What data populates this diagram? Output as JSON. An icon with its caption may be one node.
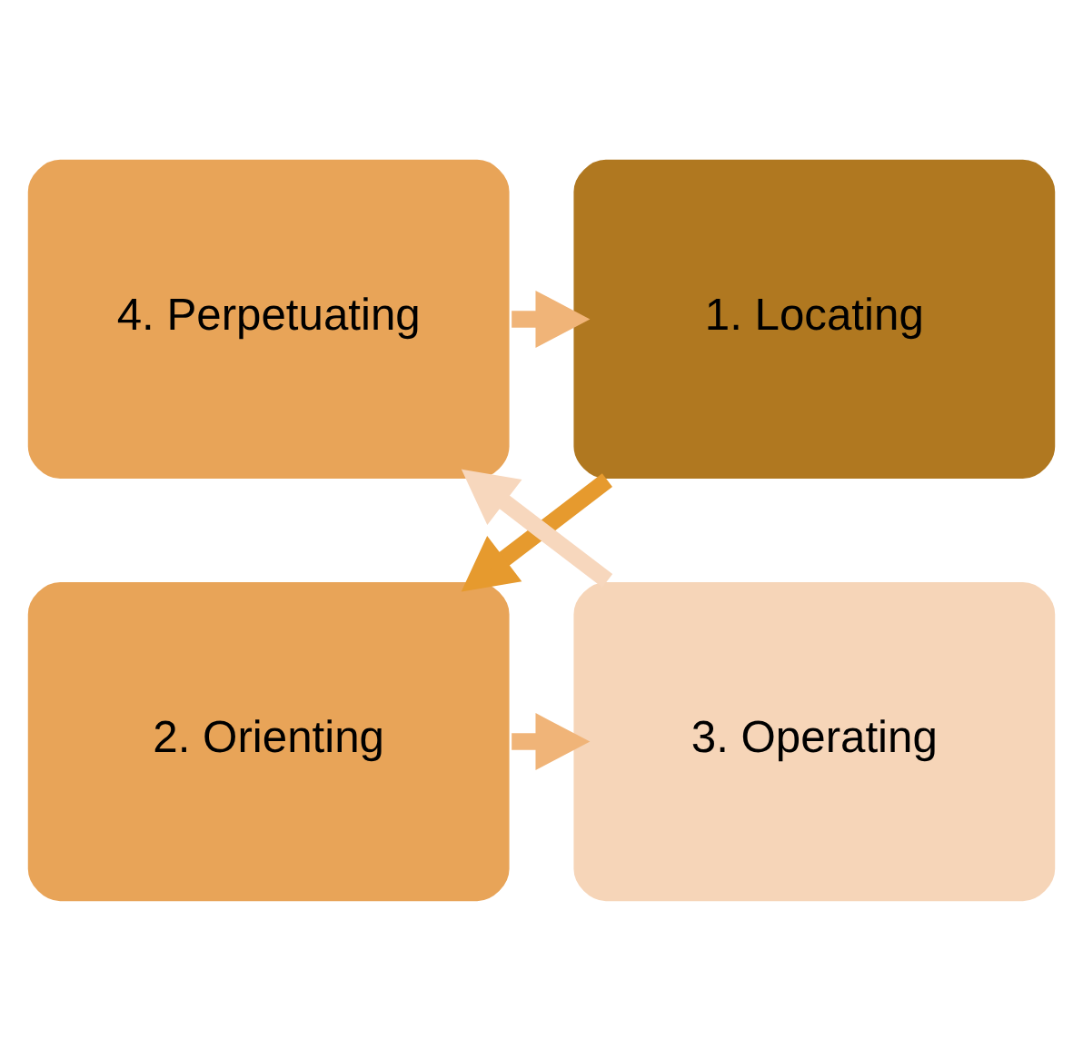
{
  "diagram": {
    "nodes": [
      {
        "text": [
          "1. Locating"
        ]
      },
      {
        "text": [
          "2. Orienting"
        ]
      },
      {
        "text": [
          "3. Operating"
        ]
      },
      {
        "text": [
          "4. Perpetuating"
        ]
      }
    ],
    "edges": [
      {
        "from": 0,
        "to": 1,
        "arrow": "to",
        "color": "#e69a2e"
      },
      {
        "from": 1,
        "to": 2,
        "arrow": "to",
        "color": "#f0b478"
      },
      {
        "from": 2,
        "to": 3,
        "arrow": "to",
        "color": "#f7d7bd"
      },
      {
        "from": 3,
        "to": 0,
        "arrow": "to",
        "color": "#f0b478"
      }
    ]
  }
}
